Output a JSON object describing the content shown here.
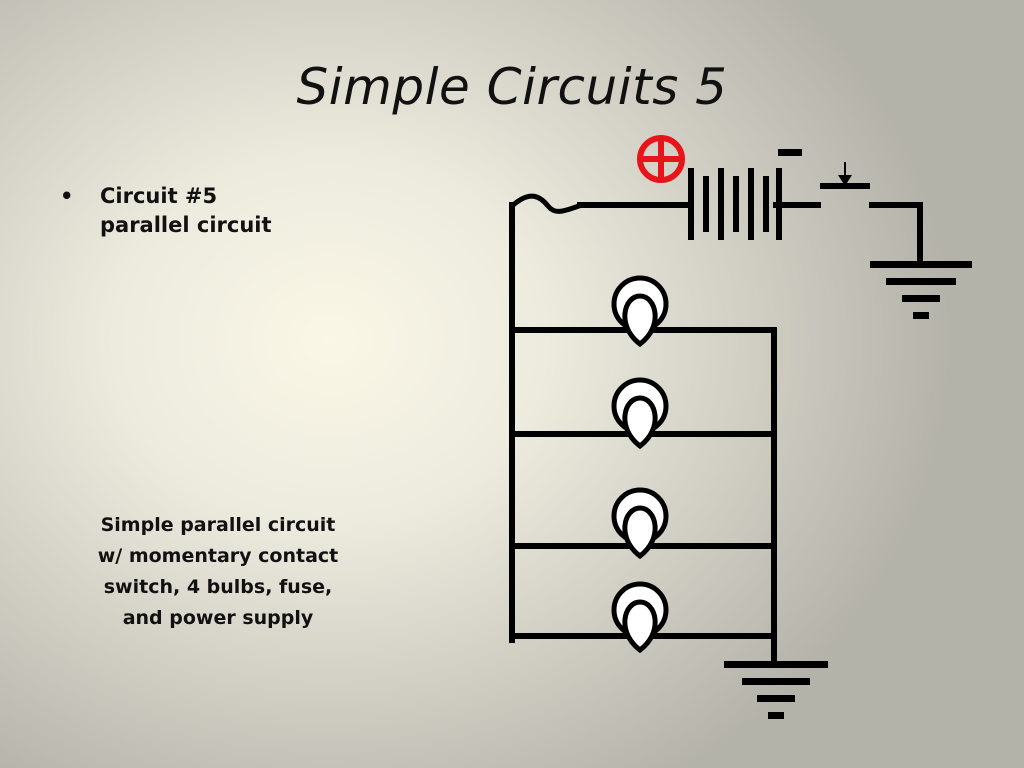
{
  "slide": {
    "title": "Simple Circuits 5",
    "bullet": {
      "marker": "•",
      "line1": "Circuit #5",
      "line2": "parallel circuit"
    },
    "caption": {
      "line1": "Simple parallel circuit",
      "line2": "w/ momentary contact",
      "line3": "switch, 4 bulbs, fuse,",
      "line4": "and power supply"
    }
  },
  "diagram": {
    "components": {
      "bulb_count": 4,
      "positive_terminal_icon": "circled-plus-icon",
      "negative_terminal_icon": "minus-icon",
      "switch_icon": "momentary-switch-icon",
      "fuse_icon": "fuse-icon",
      "ground_icon": "ground-icon"
    },
    "colors": {
      "wire": "#000000",
      "positive_terminal": "#e8141c"
    }
  }
}
